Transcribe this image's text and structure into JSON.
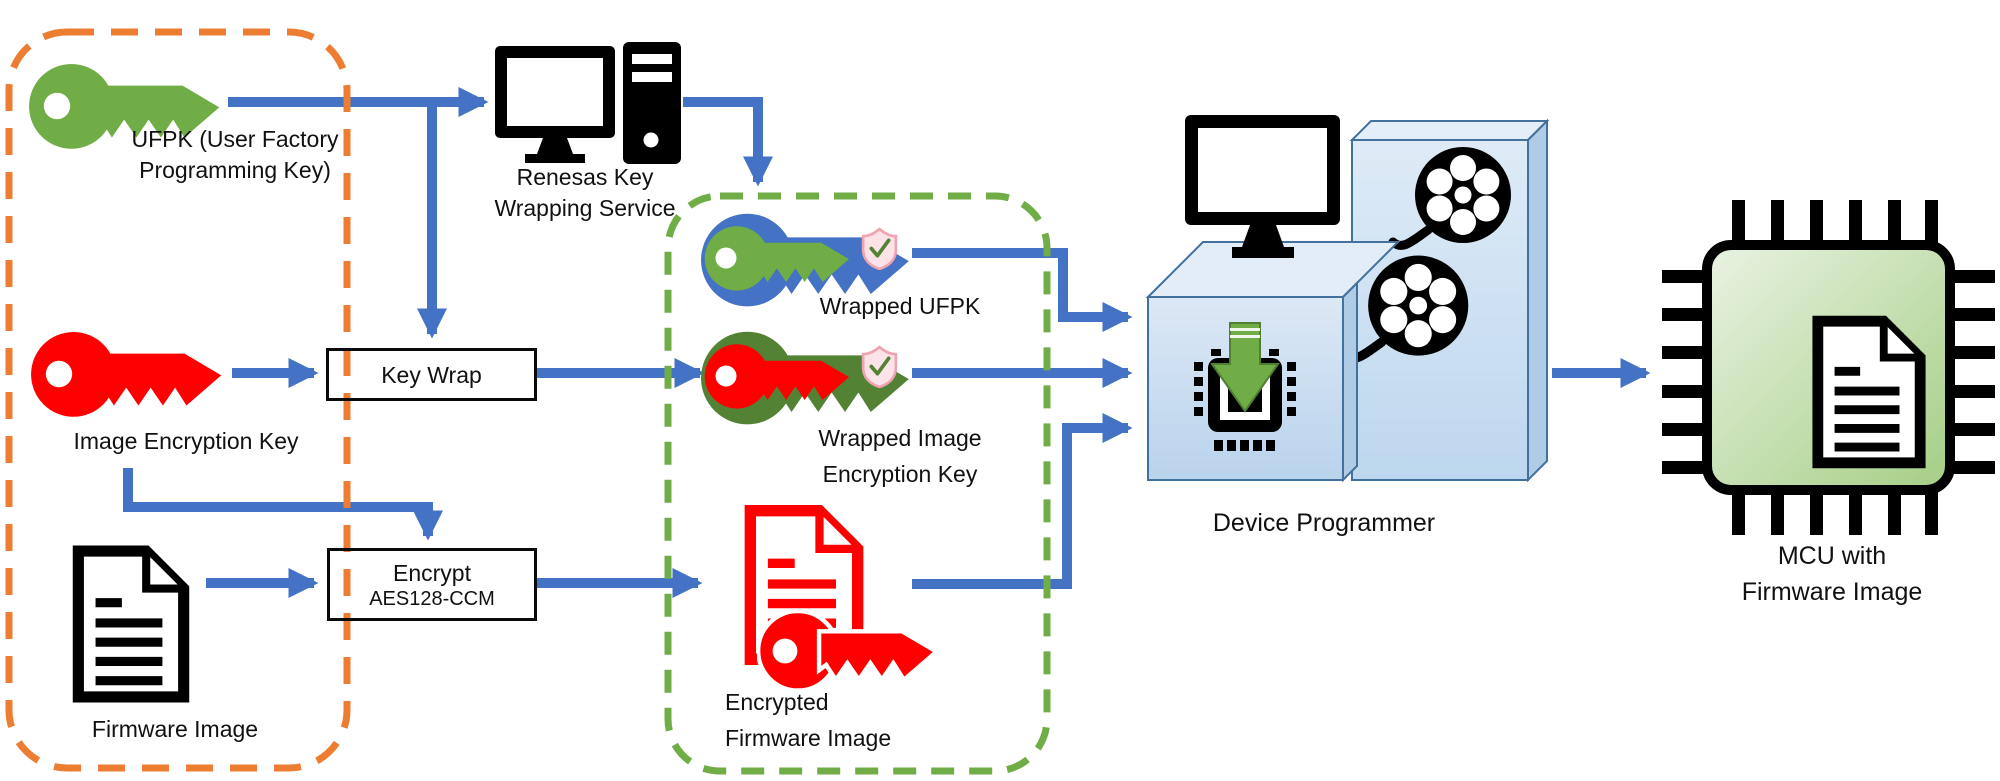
{
  "diagram_title_hint": "firmware key wrapping and secure programming flow",
  "colors": {
    "arrow_blue": "#4472C4",
    "customer_boundary_orange": "#ED7D31",
    "wrapped_boundary_green": "#70AD47",
    "ufpk_key_green": "#70AD47",
    "image_encryption_key_red": "#FF0000",
    "wrapped_ufpk_outer_blue": "#4472C4",
    "wrapped_iek_outer_olive": "#548235",
    "firmware_doc_black": "#000000",
    "encrypted_doc_red": "#FF0000",
    "device_programmer_box_blue": "#BDD7EE",
    "mcu_body_green": "#C6E0B4",
    "shield_pink": "#F7C8CF",
    "shield_check_green": "#548235"
  },
  "nodes": {
    "ufpk": {
      "icon": "key-icon",
      "lines": [
        "UFPK (User Factory",
        "Programming Key)"
      ]
    },
    "renesas_service": {
      "icon": "computer-icon",
      "lines": [
        "Renesas Key",
        "Wrapping Service"
      ]
    },
    "iek": {
      "icon": "key-icon",
      "lines": [
        "Image Encryption Key"
      ]
    },
    "firmware_image": {
      "icon": "document-icon",
      "lines": [
        "Firmware Image"
      ]
    },
    "key_wrap": {
      "label": "Key Wrap"
    },
    "encrypt": {
      "label": "Encrypt",
      "sublabel": "AES128-CCM"
    },
    "wrapped_ufpk": {
      "icon": "wrapped-key-shield-icon",
      "lines": [
        "Wrapped UFPK"
      ]
    },
    "wrapped_iek": {
      "icon": "wrapped-key-shield-icon",
      "lines": [
        "Wrapped Image",
        "Encryption Key"
      ]
    },
    "encrypted_firmware": {
      "icon": "document-key-icon",
      "lines": [
        "Encrypted",
        "Firmware Image"
      ]
    },
    "device_programmer": {
      "icon": "device-programmer-icon",
      "lines": [
        "Device Programmer"
      ]
    },
    "mcu": {
      "icon": "mcu-chip-icon",
      "lines": [
        "MCU with",
        "Firmware Image"
      ]
    }
  }
}
